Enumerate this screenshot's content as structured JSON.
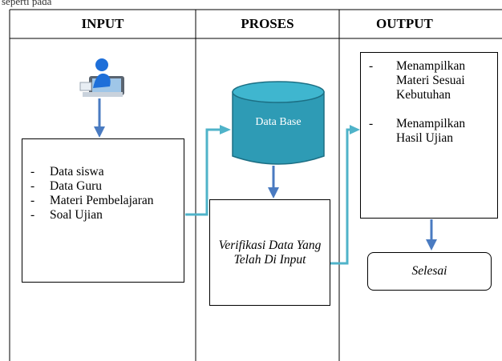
{
  "caption": "seperti pada",
  "columns": [
    {
      "header": "INPUT"
    },
    {
      "header": "PROSES"
    },
    {
      "header": "OUTPUT"
    }
  ],
  "input": {
    "items": [
      "Data siswa",
      "Data Guru",
      "Materi Pembelajaran",
      "Soal Ujian"
    ]
  },
  "process": {
    "database_label": "Data Base",
    "verify_label": "Verifikasi Data Yang Telah Di Input"
  },
  "output": {
    "items": [
      "Menampilkan Materi Sesuai Kebutuhan",
      "Menampilkan Hasil Ujian"
    ],
    "done_label": "Selesai"
  },
  "colors": {
    "arrow_blue": "#4a7bc1",
    "connector_teal": "#4fb3c9",
    "database_fill": "#2e9bb5",
    "database_top": "#3fb6cf"
  }
}
